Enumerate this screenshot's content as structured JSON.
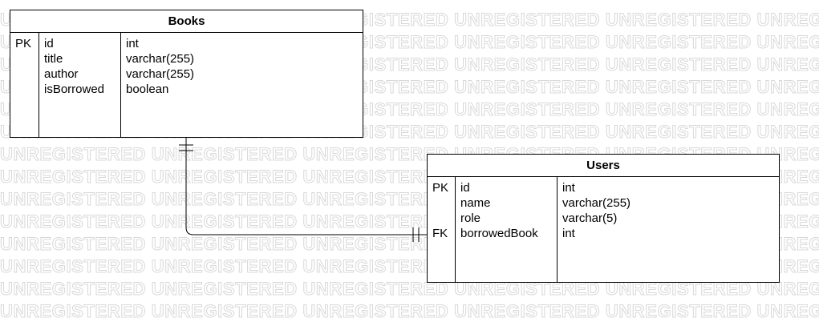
{
  "watermark": {
    "text": "UNREGISTERED"
  },
  "entities": {
    "books": {
      "title": "Books",
      "rows": [
        {
          "key": "PK",
          "name": "id",
          "type": "int"
        },
        {
          "key": "",
          "name": "title",
          "type": "varchar(255)"
        },
        {
          "key": "",
          "name": "author",
          "type": "varchar(255)"
        },
        {
          "key": "",
          "name": "isBorrowed",
          "type": "boolean"
        }
      ]
    },
    "users": {
      "title": "Users",
      "rows": [
        {
          "key": "PK",
          "name": "id",
          "type": "int"
        },
        {
          "key": "",
          "name": "name",
          "type": "varchar(255)"
        },
        {
          "key": "",
          "name": "role",
          "type": "varchar(5)"
        },
        {
          "key": "FK",
          "name": "borrowedBook",
          "type": "int"
        }
      ]
    }
  },
  "relationships": [
    {
      "from": "books.id",
      "to": "users.borrowedBook",
      "from_end": "one-and-only-one",
      "to_end": "one-and-only-one"
    }
  ]
}
